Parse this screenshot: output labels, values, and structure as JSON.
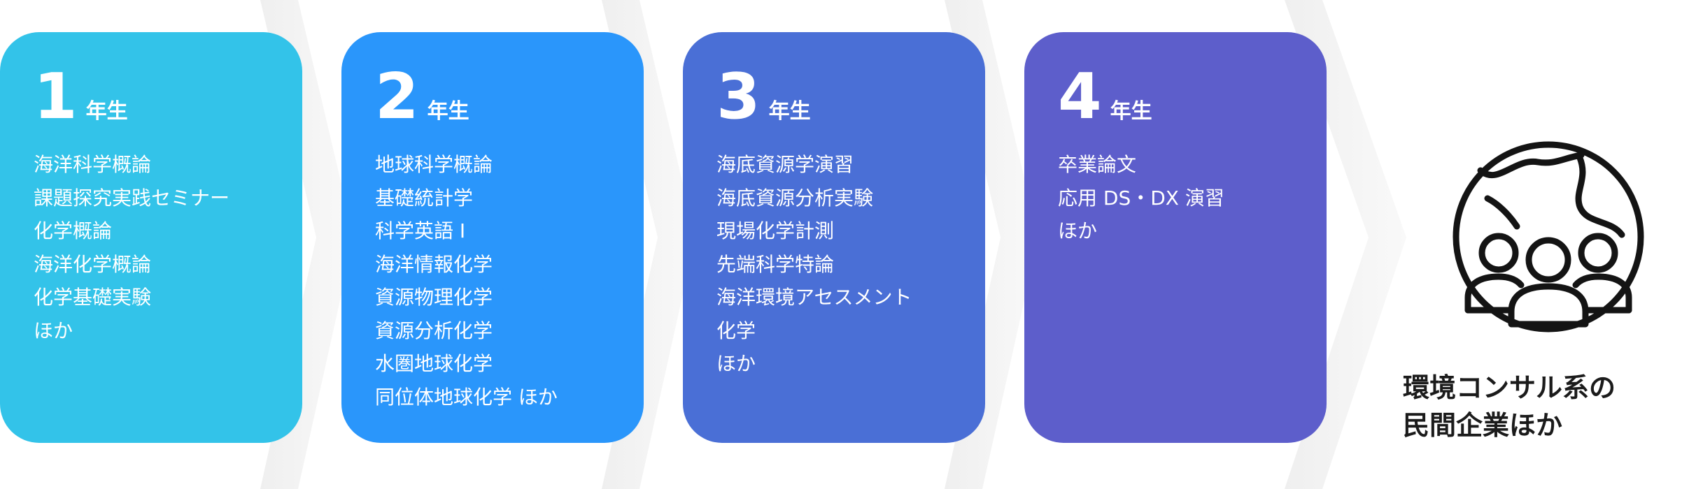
{
  "years": [
    {
      "number": "1",
      "suffix": "年生",
      "color": "#33c3e9",
      "courses": [
        "海洋科学概論",
        "課題探究実践セミナー",
        "化学概論",
        "海洋化学概論",
        "化学基礎実験",
        "ほか"
      ]
    },
    {
      "number": "2",
      "suffix": "年生",
      "color": "#2a96fb",
      "courses": [
        "地球科学概論",
        "基礎統計学",
        "科学英語 I",
        "海洋情報化学",
        "資源物理化学",
        "資源分析化学",
        "水圏地球化学",
        "同位体地球化学 ほか"
      ]
    },
    {
      "number": "3",
      "suffix": "年生",
      "color": "#4a6fd6",
      "courses": [
        "海底資源学演習",
        "海底資源分析実験",
        "現場化学計測",
        "先端科学特論",
        "海洋環境アセスメント",
        "化学",
        "ほか"
      ]
    },
    {
      "number": "4",
      "suffix": "年生",
      "color": "#5d5ecb",
      "courses": [
        "卒業論文",
        "応用 DS・DX 演習",
        "ほか"
      ]
    }
  ],
  "outcome": {
    "icon": "globe-people-icon",
    "label_line1": "環境コンサル系の",
    "label_line2": "民間企業ほか"
  }
}
